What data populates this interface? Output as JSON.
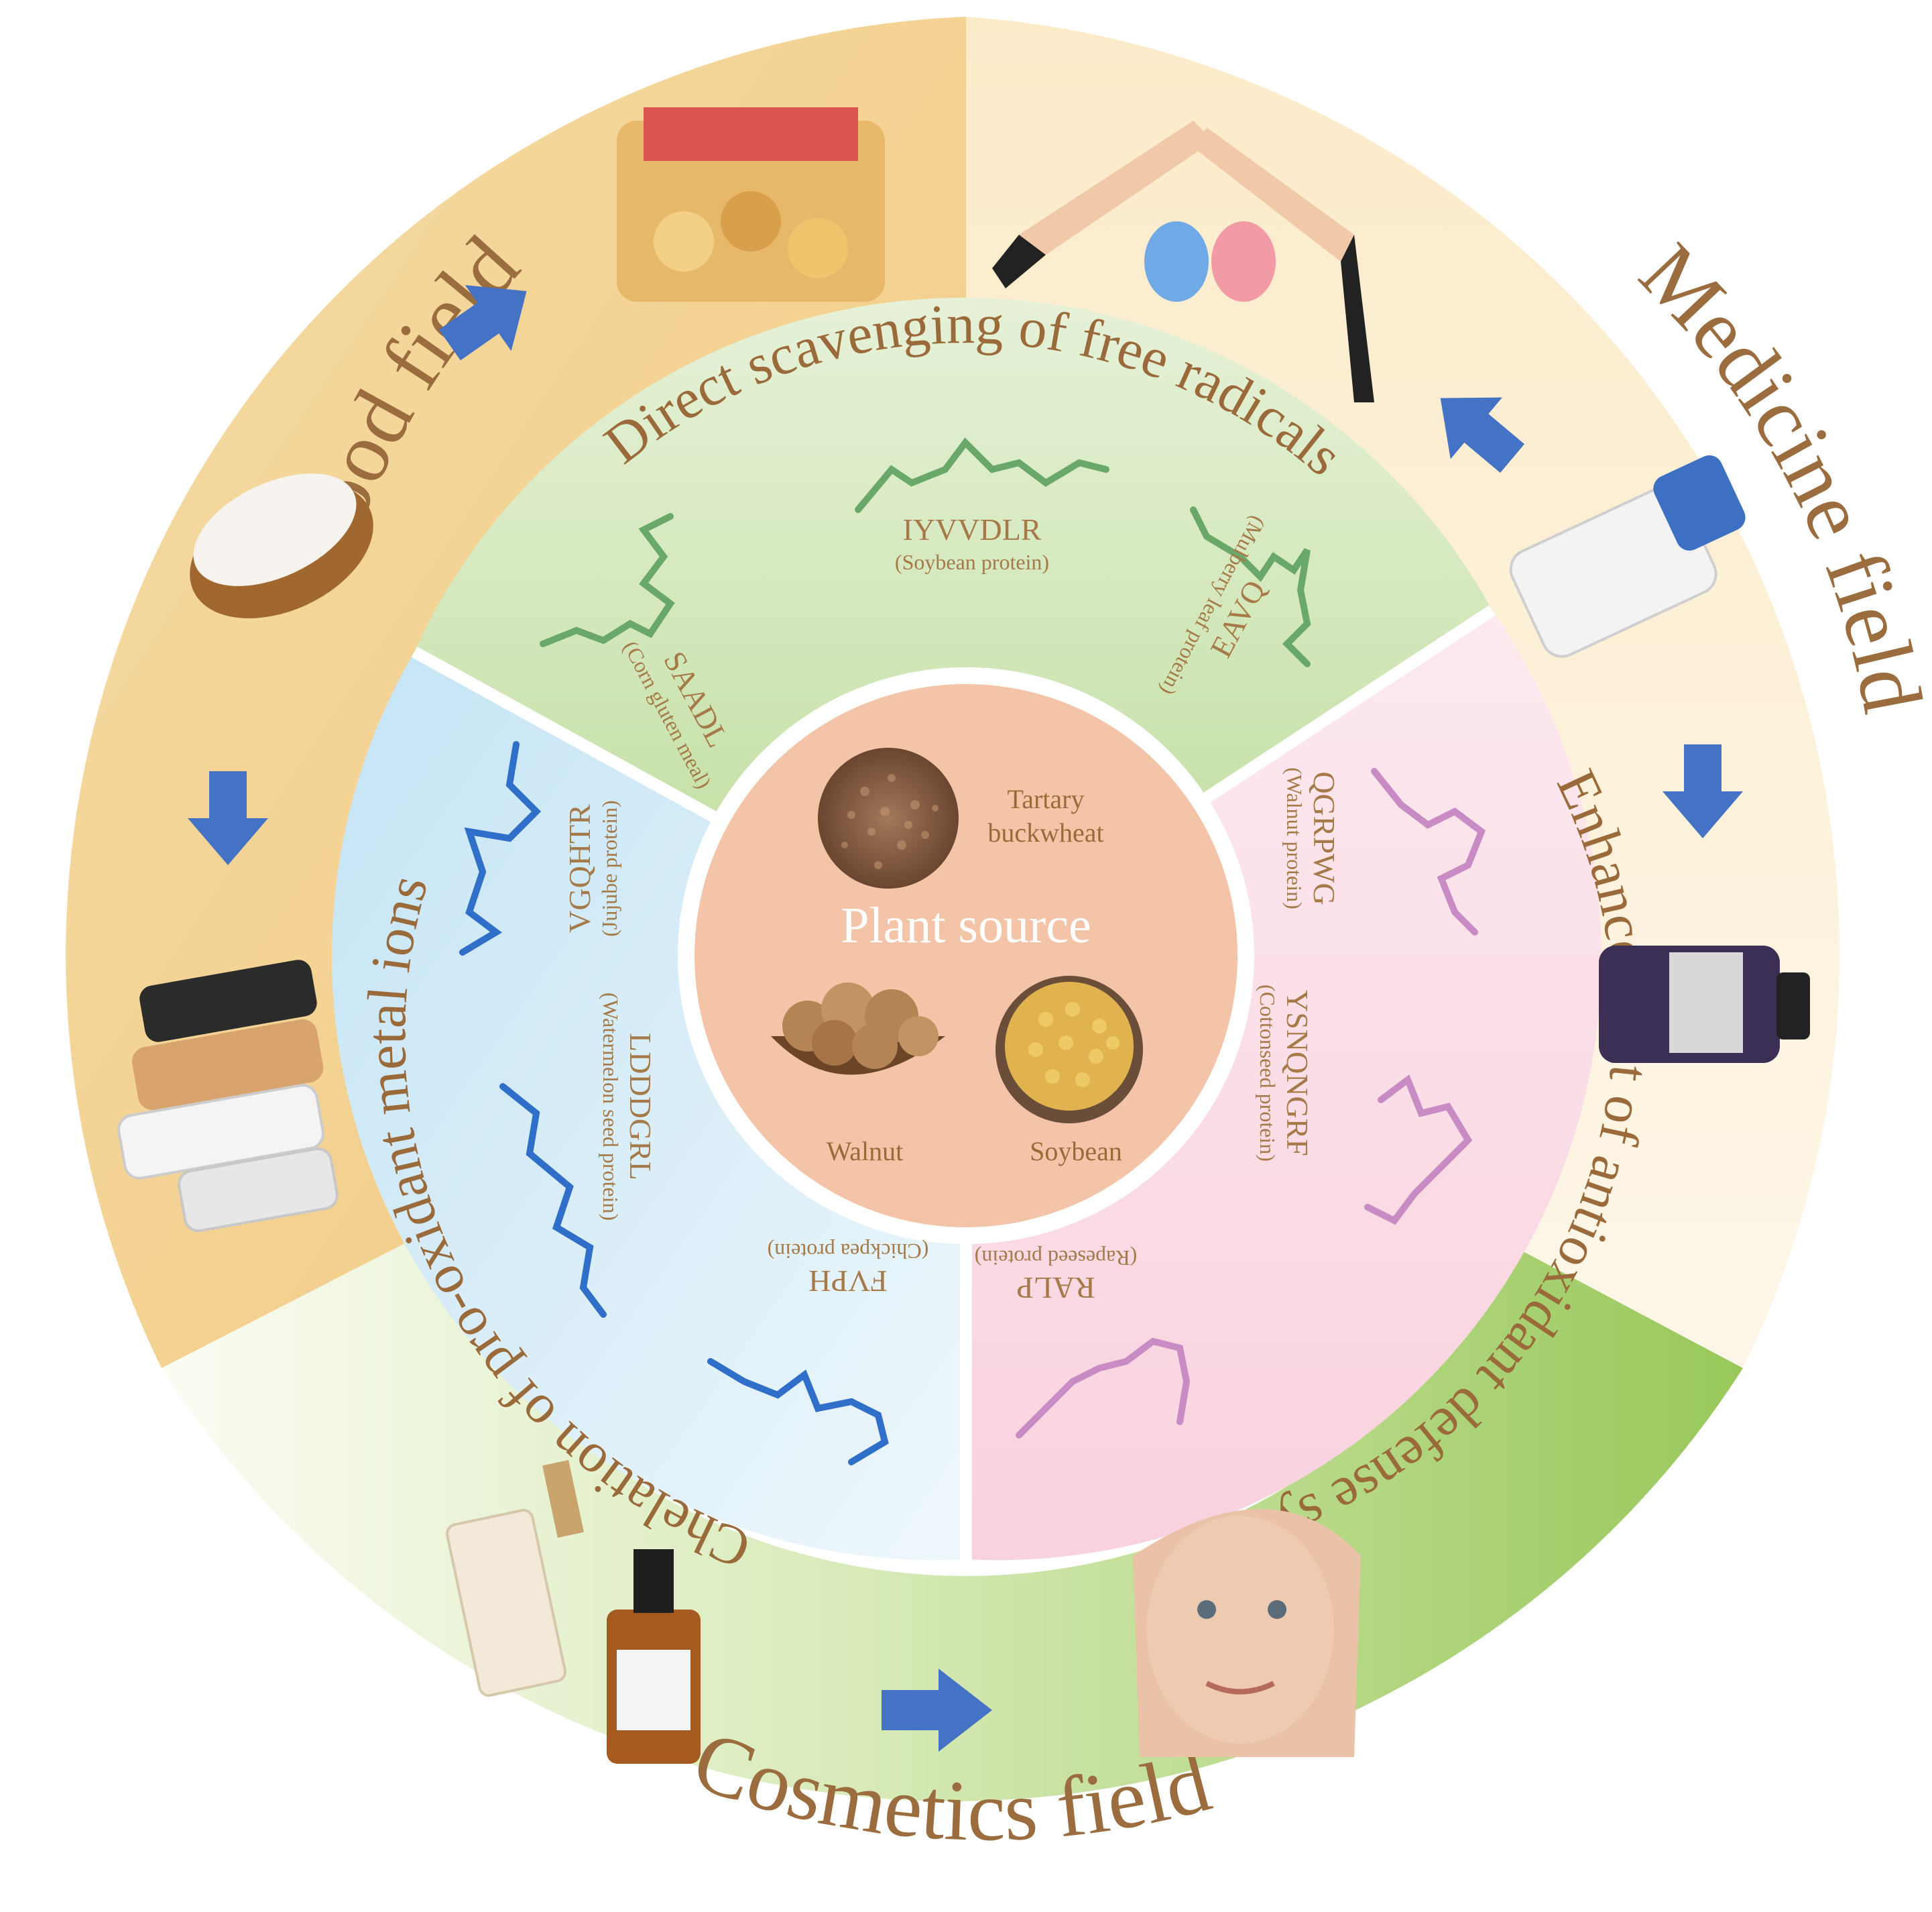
{
  "colors": {
    "outer_food": "#f3d08e",
    "outer_medicine": "#fbf0d9",
    "outer_cosmetics": "#a7d16b",
    "ring_white": "#ffffff",
    "radicals": "#cfe6b3",
    "metal_ions": "#d5ebf6",
    "antioxidant": "#fbdbe5",
    "center": "#f3c4a7",
    "outer_text": "#9a6c3e",
    "inner_text": "#9a6a3a",
    "arrow": "#4472c4"
  },
  "outer_fields": {
    "food": "Food field",
    "medicine": "Medicine field",
    "cosmetics": "Cosmetics field"
  },
  "mechanisms": {
    "radicals": "Direct scavenging of free radicals",
    "metal_ions": "Chelation of pro-oxidant metal ions",
    "antioxidant": "Enhancement of antioxidant defense system"
  },
  "center": {
    "title": "Plant source",
    "sources": [
      "Tartary",
      "buckwheat",
      "Walnut",
      "Soybean"
    ]
  },
  "peptides": [
    {
      "seq": "SAADL",
      "source": "(Corn gluten meal)"
    },
    {
      "seq": "IYVVDLR",
      "source": "(Soybean protein)"
    },
    {
      "seq": "EAVQ",
      "source": "(Mulberry leaf protein)"
    },
    {
      "seq": "QGRPWG",
      "source": "(Walnut protein)"
    },
    {
      "seq": "YSNQNGRF",
      "source": "(Cottonseed protein)"
    },
    {
      "seq": "RALP",
      "source": "(Rapeseed protein)"
    },
    {
      "seq": "VGQHTR",
      "source": "(Jujube protein)"
    },
    {
      "seq": "LDDDGRL",
      "source": "(Watermelon seed protein)"
    },
    {
      "seq": "FVPH",
      "source": "(Chickpea protein)"
    }
  ],
  "product_icons": [
    "flour-bowl",
    "snack-foods",
    "beverage-bottles",
    "kidney-care-hands",
    "medicine-vial",
    "supplement-bottle",
    "serum-dropper-bottles",
    "aging-face"
  ]
}
